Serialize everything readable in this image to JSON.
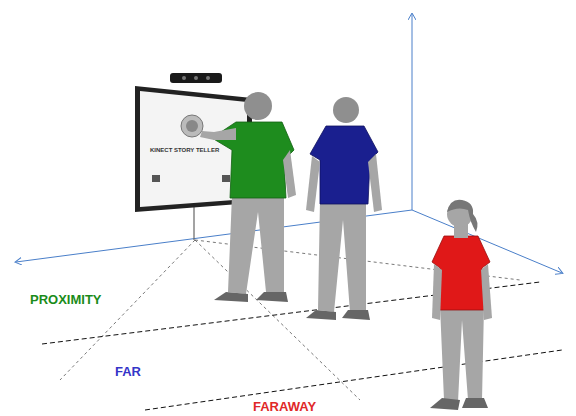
{
  "diagram": {
    "labels": [
      "KINECT STORY TELLER",
      "PROXIMITY",
      "FAR",
      "FARAWAY"
    ]
  }
}
